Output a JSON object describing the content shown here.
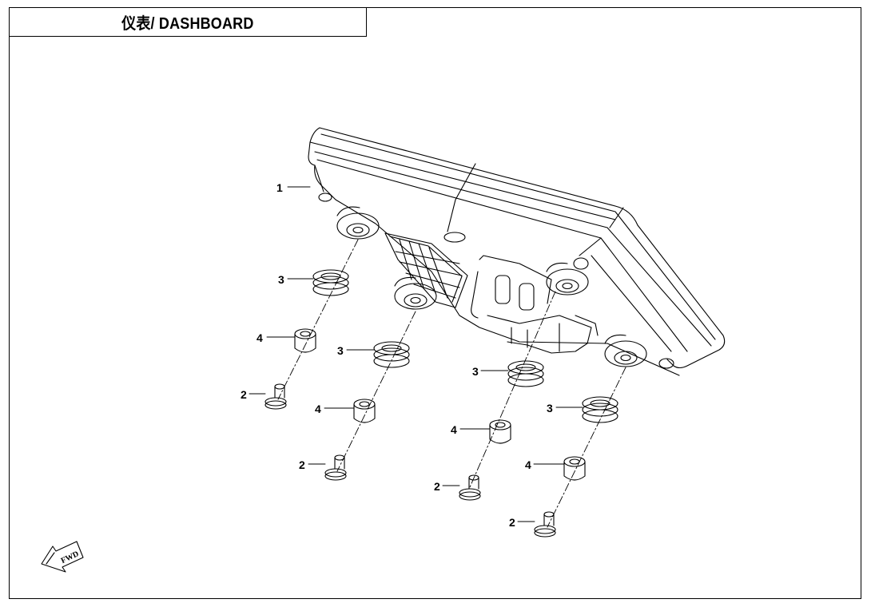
{
  "title": "仪表/ DASHBOARD",
  "fwd_label": "FWD",
  "labels": {
    "l1": "1",
    "l3a": "3",
    "l3b": "3",
    "l3c": "3",
    "l3d": "3",
    "l4a": "4",
    "l4b": "4",
    "l4c": "4",
    "l4d": "4",
    "l2a": "2",
    "l2b": "2",
    "l2c": "2",
    "l2d": "2"
  }
}
